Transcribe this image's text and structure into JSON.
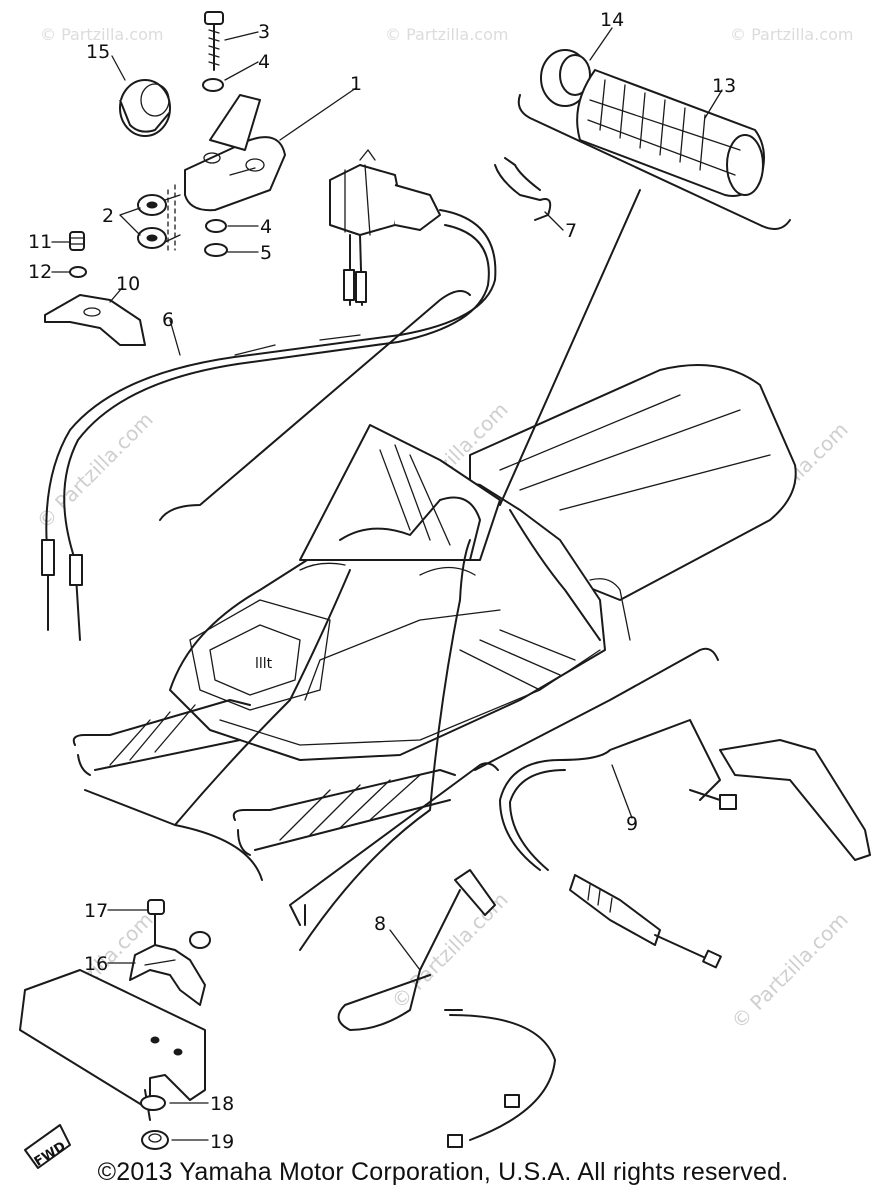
{
  "watermark": "© Partzilla.com",
  "fwd_label": "FWD",
  "footer": {
    "copyright": "©2013 Yamaha Motor Corporation, U.S.A. All rights reserved."
  },
  "callouts": [
    "1",
    "2",
    "3",
    "4",
    "4",
    "5",
    "6",
    "7",
    "8",
    "9",
    "10",
    "11",
    "12",
    "13",
    "14",
    "15",
    "16",
    "17",
    "18",
    "19"
  ]
}
